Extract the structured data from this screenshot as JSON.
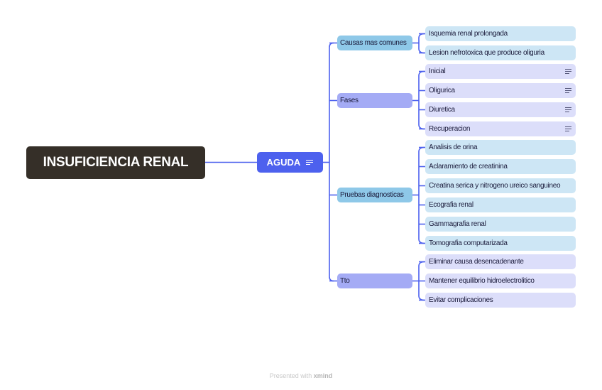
{
  "root": {
    "label": "INSUFICIENCIA RENAL"
  },
  "main": {
    "label": "AGUDA",
    "has_note": true,
    "icon": "note-icon"
  },
  "branches": [
    {
      "label": "Causas mas comunes",
      "color": "#8ec8e8",
      "children": [
        {
          "label": "Isquemia renal prolongada",
          "has_note": false
        },
        {
          "label": "Lesion nefrotoxica que produce oliguria",
          "has_note": false
        }
      ]
    },
    {
      "label": "Fases",
      "color": "#a4abf5",
      "children": [
        {
          "label": "Inicial",
          "has_note": true
        },
        {
          "label": "Oligurica",
          "has_note": true
        },
        {
          "label": "Diuretica",
          "has_note": true
        },
        {
          "label": "Recuperacion",
          "has_note": true
        }
      ]
    },
    {
      "label": "Pruebas diagnosticas",
      "color": "#8ec8e8",
      "children": [
        {
          "label": "Analisis de orina",
          "has_note": false
        },
        {
          "label": "Aclaramiento de creatinina",
          "has_note": false
        },
        {
          "label": "Creatina serica y nitrogeno ureico sanguineo",
          "has_note": false
        },
        {
          "label": "Ecografia renal",
          "has_note": false
        },
        {
          "label": "Gammagrafia renal",
          "has_note": false
        },
        {
          "label": "Tomografia computarizada",
          "has_note": false
        }
      ]
    },
    {
      "label": "Tto",
      "color": "#a4abf5",
      "children": [
        {
          "label": "Eliminar causa desencadenante",
          "has_note": false
        },
        {
          "label": "Mantener equilibrio hidroelectrolitico",
          "has_note": false
        },
        {
          "label": "Evitar complicaciones",
          "has_note": false
        }
      ]
    }
  ],
  "colors": {
    "line": "#4d61ee",
    "root_bg": "#352f28",
    "main_bg": "#4d61ee"
  },
  "footer": {
    "prefix": "Presented with",
    "brand": "xmind"
  }
}
